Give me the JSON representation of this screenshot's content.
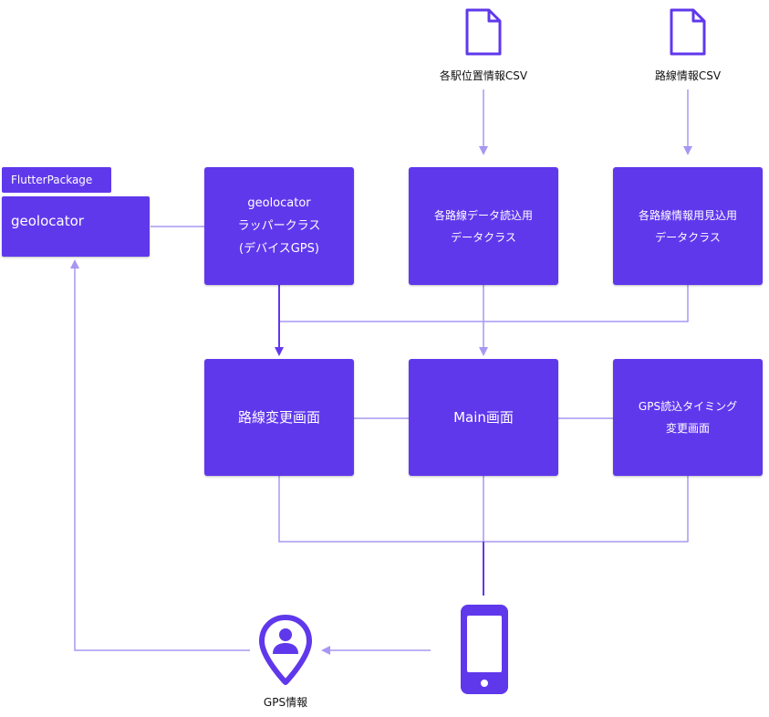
{
  "package": {
    "tag": "FlutterPackage",
    "name": "geolocator"
  },
  "csv": {
    "station_position": "各駅位置情報CSV",
    "line_info": "路線情報CSV"
  },
  "boxes": {
    "wrapper": [
      "geolocator",
      "ラッパークラス",
      "(デバイスGPS)"
    ],
    "loader": [
      "各路線データ読込用",
      "データクラス"
    ],
    "preview": [
      "各路線情報用見込用",
      "データクラス"
    ],
    "route_change": [
      "路線変更画面"
    ],
    "main": [
      "Main画面"
    ],
    "gps_timing": [
      "GPS読込タイミング",
      "変更画面"
    ]
  },
  "gps_label": "GPS情報",
  "colors": {
    "accent": "#6038ec",
    "line": "#a897f2",
    "dark_line": "#6038ec"
  },
  "icons": {
    "csv": "document-icon",
    "gps": "location-person-icon",
    "device": "smartphone-icon"
  }
}
